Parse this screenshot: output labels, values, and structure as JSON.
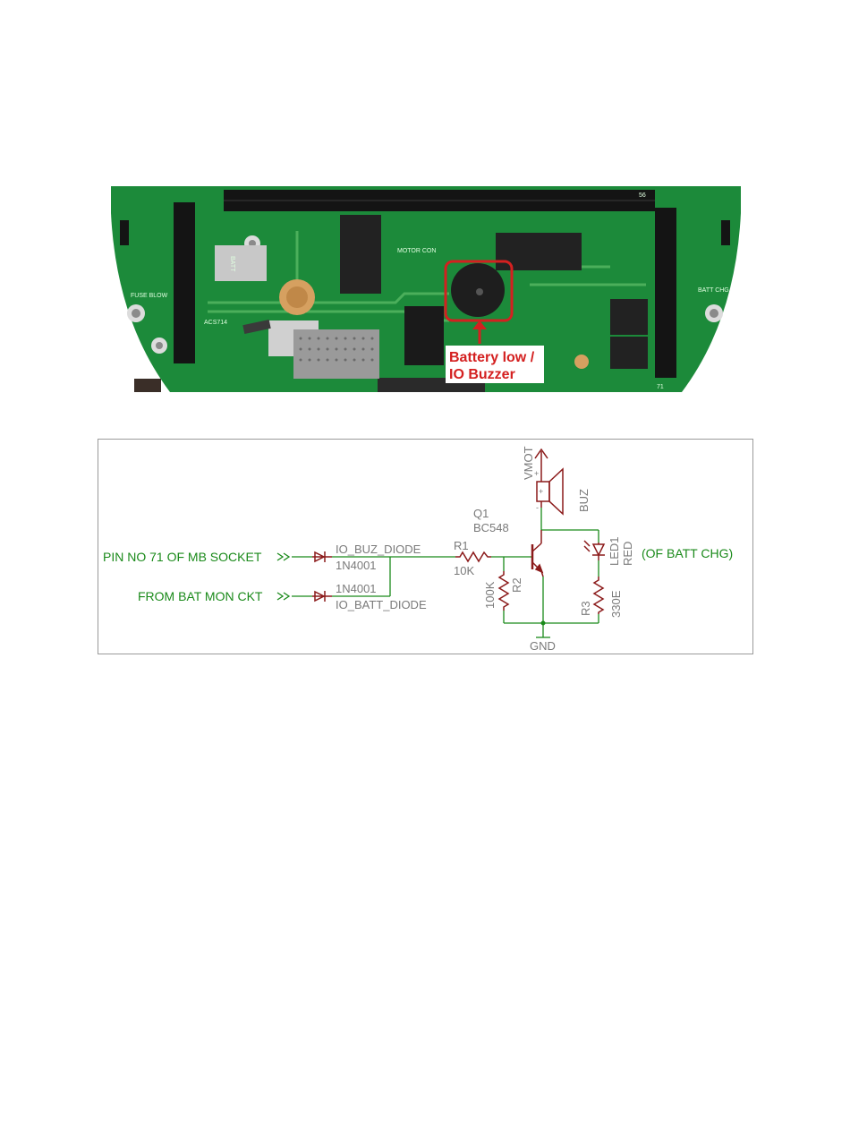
{
  "photo": {
    "callout_line1": "Battery low /",
    "callout_line2": "IO Buzzer",
    "silkscreen": {
      "batt": "BATT",
      "motor_con": "MOTOR CON",
      "fuse_blow": "FUSE BLOW",
      "acs": "ACS714",
      "batt_chg": "BATT CHG",
      "pin_56": "56",
      "pin_71": "71"
    }
  },
  "schematic": {
    "nets": {
      "vmot": "VMOT",
      "gnd": "GND"
    },
    "inputs": {
      "pin71": "PIN NO 71 OF MB SOCKET",
      "batmon": "FROM BAT MON CKT"
    },
    "output_note": "(OF BATT CHG)",
    "components": {
      "d1_name": "IO_BUZ_DIODE",
      "d1_value": "1N4001",
      "d2_value": "1N4001",
      "d2_name": "IO_BATT_DIODE",
      "r1_name": "R1",
      "r1_value": "10K",
      "r2_name": "R2",
      "r2_value": "100K",
      "r3_name": "R3",
      "r3_value": "330E",
      "q1_name": "Q1",
      "q1_value": "BC548",
      "buz_name": "BUZ",
      "led_name": "LED1",
      "led_value": "RED",
      "buz_plus": "+",
      "buz_minus": "-",
      "vmot_plus": "+"
    }
  },
  "colors": {
    "pcb_green": "#1c8a3a",
    "wire_green": "#1a8a1a",
    "part_red": "#8b1a1a",
    "label_gray": "#7a7a7a",
    "callout_red": "#d42020"
  }
}
